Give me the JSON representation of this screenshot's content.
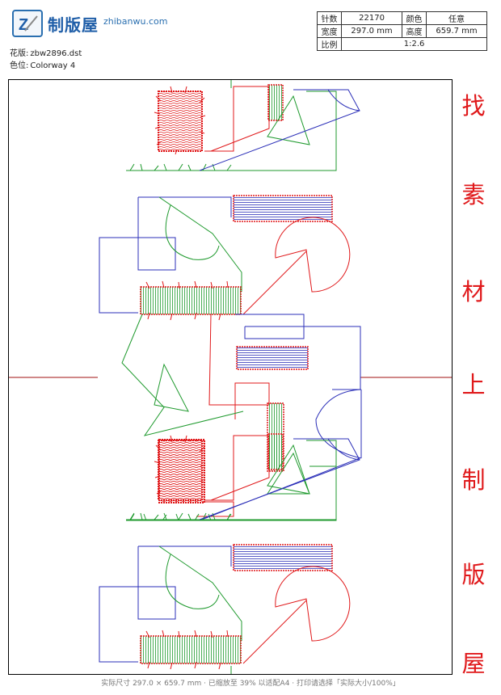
{
  "brand": {
    "name": "制版屋",
    "domain": "zhibanwu.com"
  },
  "file": {
    "label": "花版:",
    "value": "zbw2896.dst"
  },
  "colorway": {
    "label": "色位:",
    "value": "Colorway 4"
  },
  "info": {
    "stitches_label": "针数",
    "stitches_value": "22170",
    "colors_label": "颜色",
    "colors_value": "任意",
    "width_label": "宽度",
    "width_value": "297.0 mm",
    "height_label": "高度",
    "height_value": "659.7 mm",
    "scale_label": "比例",
    "scale_value": "1:2.6"
  },
  "side_text": [
    "找",
    "素",
    "材",
    "上",
    "制",
    "版",
    "屋"
  ],
  "footer_text": "实际尺寸 297.0 × 659.7 mm · 已缩放至 39% 以适配A4 · 打印请选择「实际大小/100%」",
  "colors": {
    "red": "#e0191b",
    "blue": "#2b2fb8",
    "green": "#1f9a2e",
    "brand_blue": "#1f5ea8"
  }
}
